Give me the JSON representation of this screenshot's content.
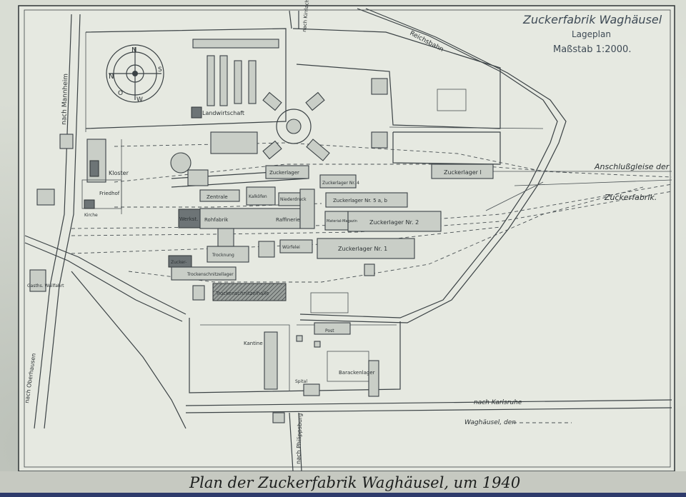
{
  "map": {
    "header": {
      "title": "Zuckerfabrik Waghäusel",
      "subtitle": "Lageplan",
      "scale": "Maßstab 1:2000."
    },
    "compass": {
      "n": "N",
      "s": "S",
      "o": "O",
      "w": "W"
    },
    "buildings": [
      {
        "key": "landwirtschaft",
        "label": "Landwirtschaft"
      },
      {
        "key": "kloster",
        "label": "Kloster"
      },
      {
        "key": "friedhof",
        "label": "Friedhof"
      },
      {
        "key": "kirche",
        "label": "Kirche"
      },
      {
        "key": "zuckerlager",
        "label": "Zuckerlager"
      },
      {
        "key": "zuckerlager-1",
        "label": "Zuckerlager I"
      },
      {
        "key": "zuckerlager-4",
        "label": "Zuckerlager Nr. 4"
      },
      {
        "key": "zuckerlager-5",
        "label": "Zuckerlager Nr. 5 a, b"
      },
      {
        "key": "zuckerlager-2",
        "label": "Zuckerlager Nr. 2"
      },
      {
        "key": "zuckerlager-nr1",
        "label": "Zuckerlager Nr. 1"
      },
      {
        "key": "zentrale",
        "label": "Zentrale"
      },
      {
        "key": "kalkofen",
        "label": "Kalköfen"
      },
      {
        "key": "niederdruck",
        "label": "Niederdruck"
      },
      {
        "key": "werkstatt",
        "label": "Werkst."
      },
      {
        "key": "rohfabrik",
        "label": "Rohfabrik"
      },
      {
        "key": "raffinerie",
        "label": "Raffinerie"
      },
      {
        "key": "materiallager",
        "label": "Material-Magazin"
      },
      {
        "key": "trockenerei",
        "label": "Trocknung"
      },
      {
        "key": "wuerfelei",
        "label": "Würfelei"
      },
      {
        "key": "zuckertrocknung",
        "label": "Zucker-"
      },
      {
        "key": "trockenschnitzel",
        "label": "Trockenschnitzellager"
      },
      {
        "key": "trockenschnitzelhalle",
        "label": "Trockenschnitzelhalle"
      },
      {
        "key": "kantine",
        "label": "Kantine"
      },
      {
        "key": "post",
        "label": "Post"
      },
      {
        "key": "baracke",
        "label": "Barackenlager"
      },
      {
        "key": "spital",
        "label": "Spital"
      },
      {
        "key": "gasthaus",
        "label": "Gasths. Wallfahrt"
      }
    ],
    "rail": {
      "anschluss_a": "Anschlußgleise der",
      "anschluss_b": "Zuckerfabrik.",
      "reichsbahn": "Reichsbahn"
    },
    "roads": {
      "mannheim": "nach Mannheim",
      "oberhausen": "nach Oberhausen",
      "karlsruhe": "nach Karlsruhe",
      "philippsburg": "nach Philippsburg",
      "kirrlach": "nach Kirrlach"
    },
    "signature": "Waghäusel, den"
  },
  "caption": "Plan der Zuckerfabrik Waghäusel, um 1940"
}
